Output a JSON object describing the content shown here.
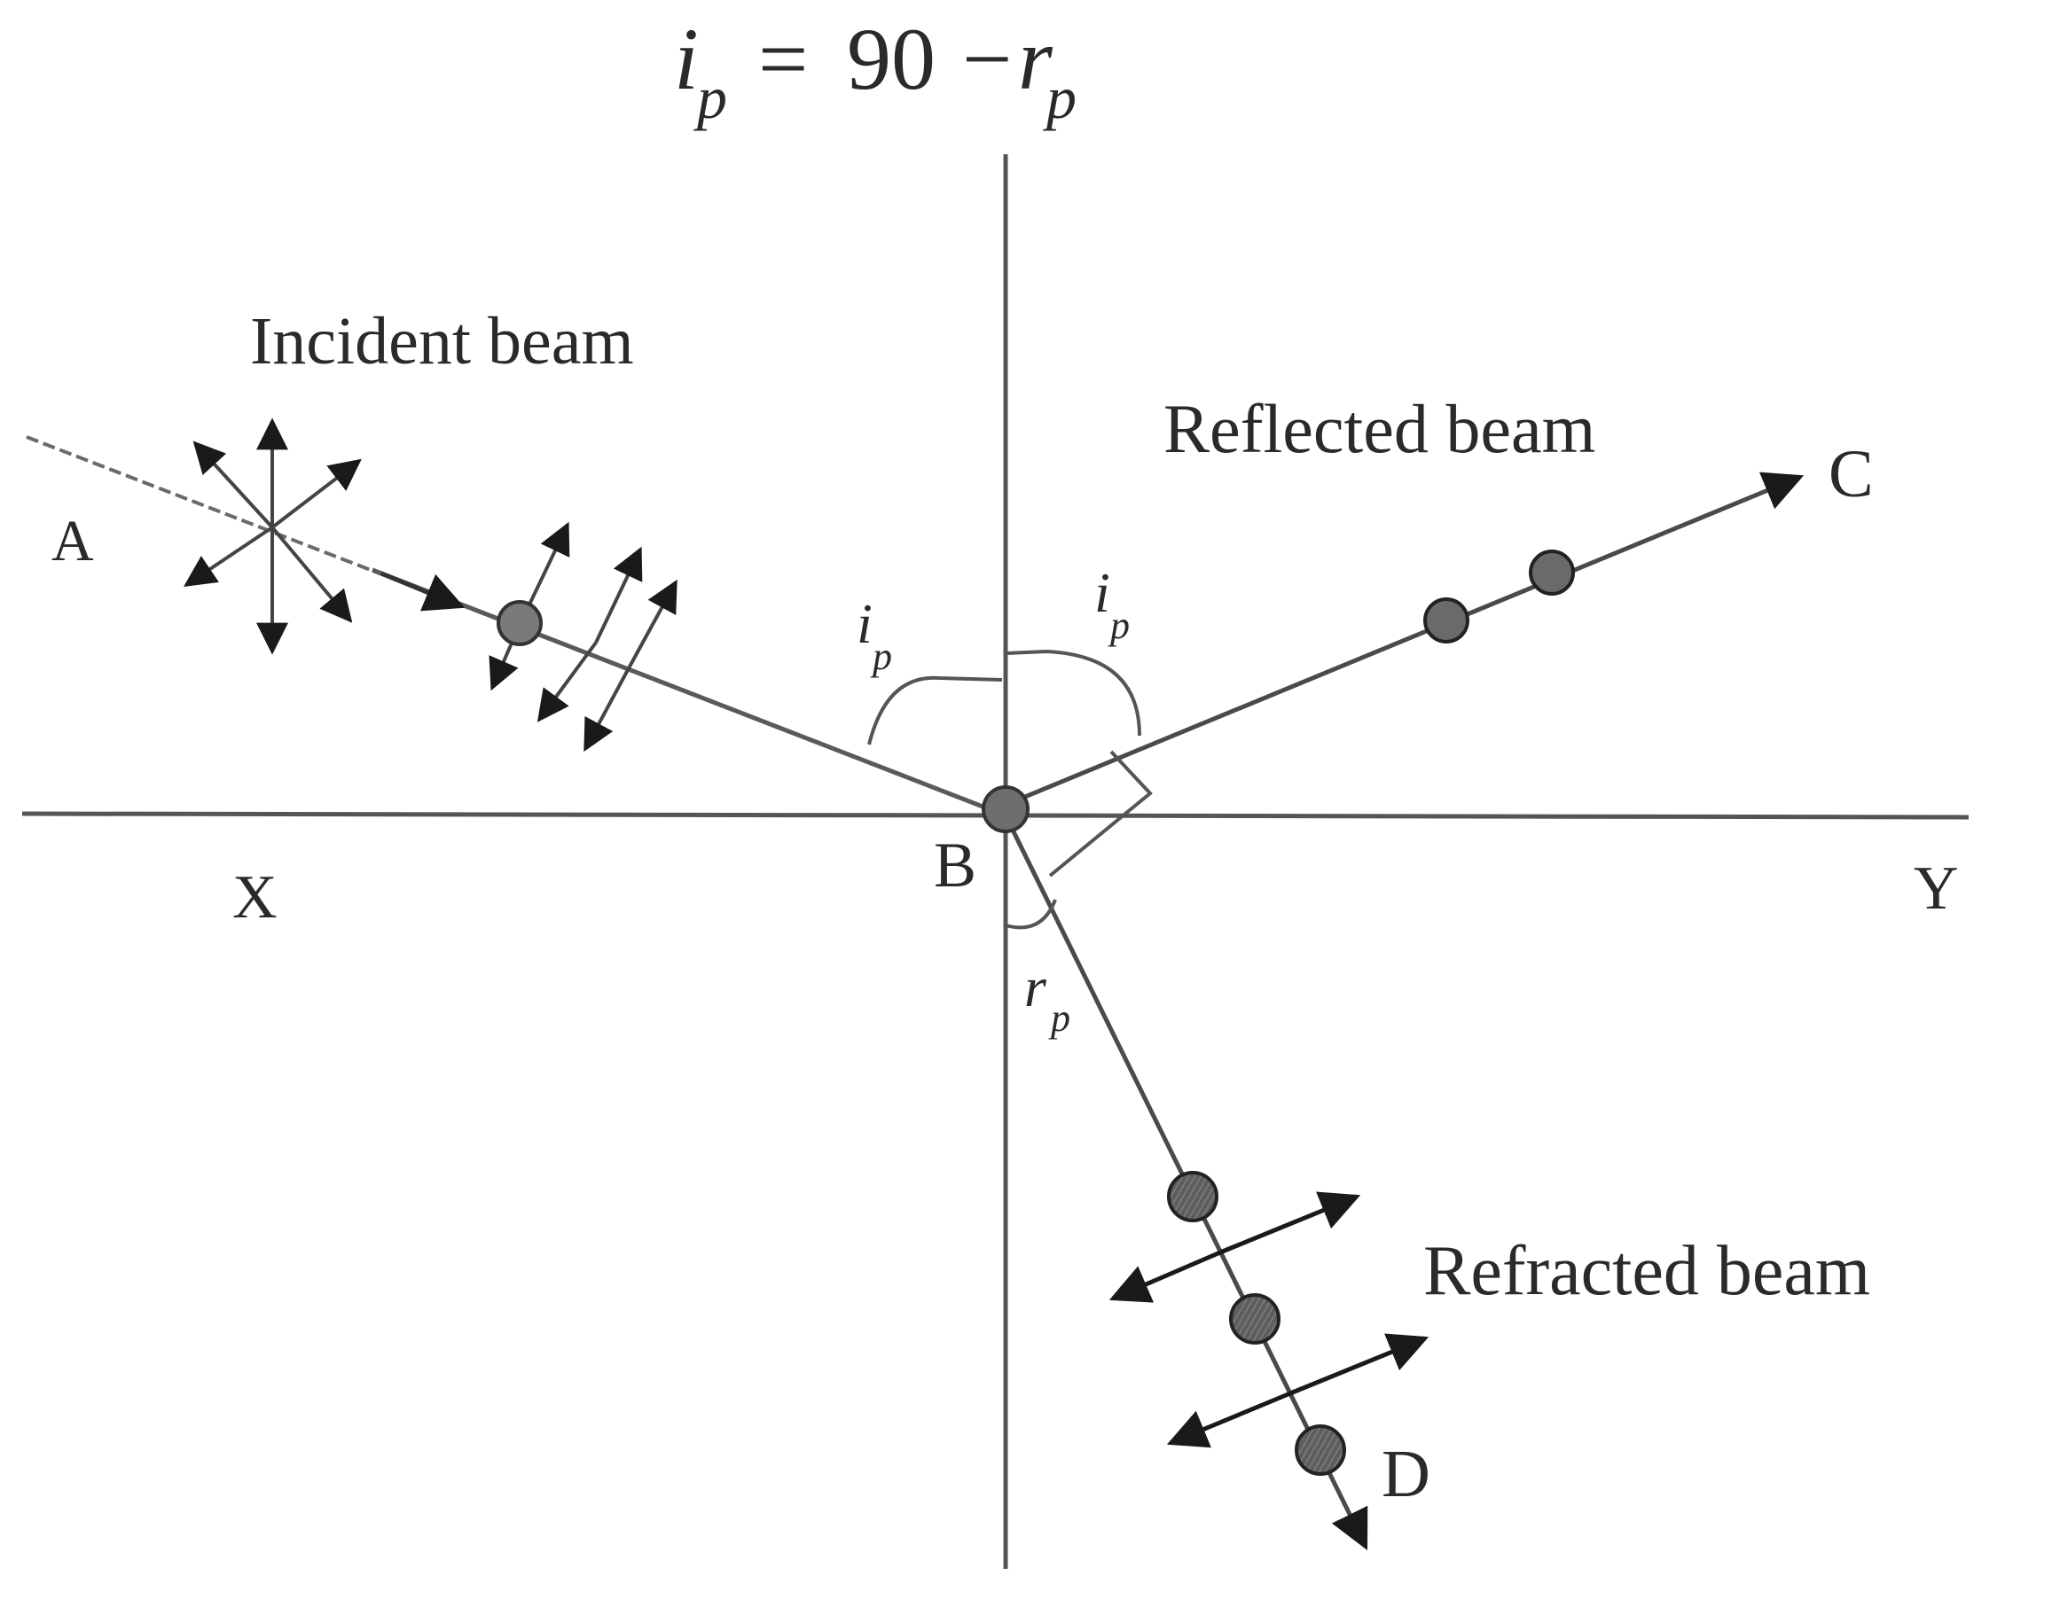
{
  "equation": {
    "lhs_symbol": "i",
    "lhs_subscript": "p",
    "equals": "=",
    "constant": "90",
    "minus": "−",
    "rhs_symbol": "r",
    "rhs_subscript": "p"
  },
  "labels": {
    "incident_beam": "Incident beam",
    "reflected_beam": "Reflected beam",
    "refracted_beam": "Refracted beam",
    "point_a": "A",
    "point_b": "B",
    "point_c": "C",
    "point_d": "D",
    "point_x": "X",
    "point_y": "Y"
  },
  "angles": {
    "incidence_left": {
      "symbol": "i",
      "subscript": "p"
    },
    "reflection_right": {
      "symbol": "i",
      "subscript": "p"
    },
    "refraction": {
      "symbol": "r",
      "subscript": "p"
    }
  },
  "colors": {
    "line": "#555555",
    "arrow": "#1a1a1a",
    "dot_fill": "#6e6e6e",
    "dot_stroke": "#333333",
    "text": "#2a2a2a"
  }
}
